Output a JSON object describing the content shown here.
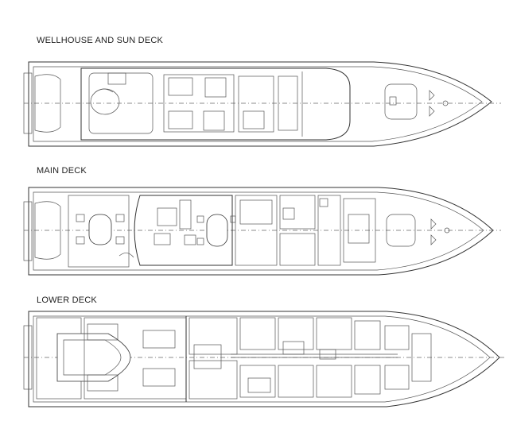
{
  "decks": {
    "sun": {
      "label": "WELLHOUSE AND SUN DECK"
    },
    "main": {
      "label": "MAIN DECK"
    },
    "lower": {
      "label": "LOWER DECK"
    }
  },
  "colors": {
    "line": "#333333",
    "background": "#ffffff"
  }
}
